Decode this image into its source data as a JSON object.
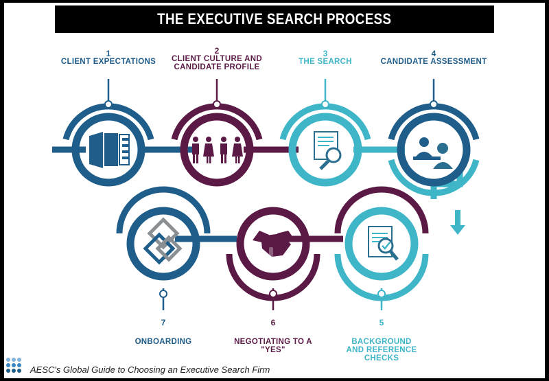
{
  "title": "THE EXECUTIVE SEARCH PROCESS",
  "footer": "AESC's Global Guide to Choosing an Executive Search Firm",
  "colors": {
    "blue": "#1f5d8a",
    "purple": "#5b1a45",
    "teal": "#3fb6c8",
    "grey": "#8a8f94"
  },
  "steps": [
    {
      "num": "1",
      "label": "CLIENT EXPECTATIONS",
      "icon": "documents-icon",
      "color": "blue"
    },
    {
      "num": "2",
      "label": "CLIENT CULTURE AND",
      "label2": "CANDIDATE PROFILE",
      "icon": "people-icon",
      "color": "purple"
    },
    {
      "num": "3",
      "label": "THE SEARCH",
      "icon": "search-document-icon",
      "color": "teal"
    },
    {
      "num": "4",
      "label": "CANDIDATE ASSESSMENT",
      "icon": "interview-icon",
      "color": "blue"
    },
    {
      "num": "5",
      "label": "BACKGROUND",
      "label2": "AND REFERENCE",
      "label3": "CHECKS",
      "icon": "checklist-search-icon",
      "color": "teal"
    },
    {
      "num": "6",
      "label": "NEGOTIATING TO A",
      "label2": "\"YES\"",
      "icon": "handshake-icon",
      "color": "purple"
    },
    {
      "num": "7",
      "label": "ONBOARDING",
      "icon": "interlocking-squares-icon",
      "color": "blue"
    }
  ]
}
